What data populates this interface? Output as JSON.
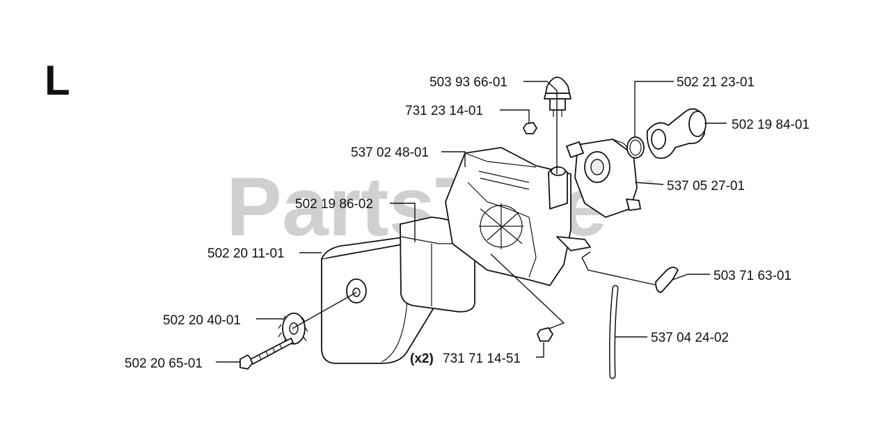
{
  "section_letter": "L",
  "watermark": "PartsTree",
  "watermark_tm": "™",
  "callouts": {
    "primer_bulb": "503 93 66-01",
    "nut_top": "731 23 14-01",
    "gasket_ring": "502 21 23-01",
    "intake_elbow": "502 19 84-01",
    "carb_housing": "537 02 48-01",
    "carburetor": "537 05 27-01",
    "filter_element": "502 19 86-02",
    "air_filter_cover": "502 20 11-01",
    "throttle_rod": "503 71 63-01",
    "knob": "502 20 40-01",
    "fuel_line": "537 04 24-02",
    "nut_bottom_qty": "(x2)",
    "nut_bottom": "731 71 14-51",
    "bolt": "502 20 65-01"
  }
}
